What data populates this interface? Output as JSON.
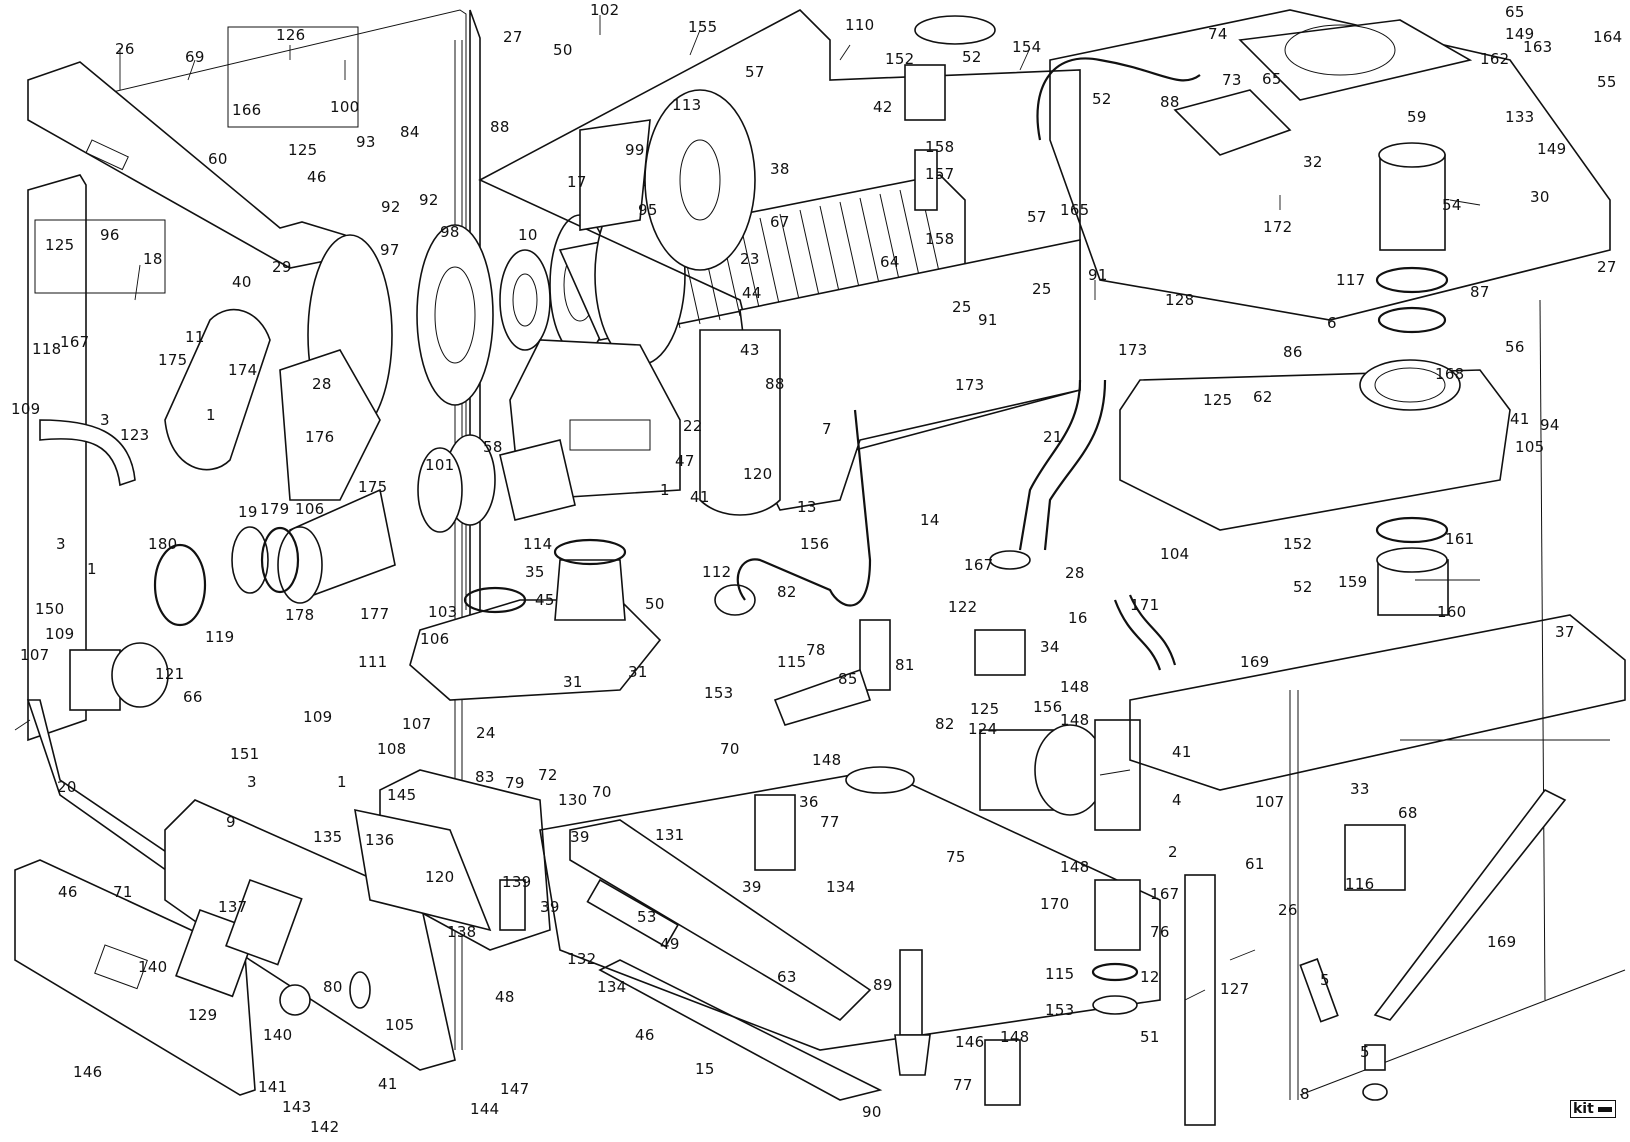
{
  "diagram": {
    "type": "exploded-parts-view",
    "subject": "wall-hung boiler spare parts",
    "kit_badge": "kit"
  },
  "callouts": [
    {
      "id": "c102",
      "text": "102"
    },
    {
      "id": "c27a",
      "text": "27"
    },
    {
      "id": "c155",
      "text": "155"
    },
    {
      "id": "c110",
      "text": "110"
    },
    {
      "id": "c26a",
      "text": "26"
    },
    {
      "id": "c69",
      "text": "69"
    },
    {
      "id": "c126",
      "text": "126"
    },
    {
      "id": "c166",
      "text": "166"
    },
    {
      "id": "c100",
      "text": "100"
    },
    {
      "id": "c50a",
      "text": "50"
    },
    {
      "id": "c57a",
      "text": "57"
    },
    {
      "id": "c113",
      "text": "113"
    },
    {
      "id": "c88a",
      "text": "88"
    },
    {
      "id": "c60",
      "text": "60"
    },
    {
      "id": "c125a",
      "text": "125"
    },
    {
      "id": "c93",
      "text": "93"
    },
    {
      "id": "c84",
      "text": "84"
    },
    {
      "id": "c46a",
      "text": "46"
    },
    {
      "id": "c92a",
      "text": "92"
    },
    {
      "id": "c92b",
      "text": "92"
    },
    {
      "id": "c99",
      "text": "99"
    },
    {
      "id": "c17",
      "text": "17"
    },
    {
      "id": "c95",
      "text": "95"
    },
    {
      "id": "c38",
      "text": "38"
    },
    {
      "id": "c67",
      "text": "67"
    },
    {
      "id": "c125b",
      "text": "125"
    },
    {
      "id": "c96",
      "text": "96"
    },
    {
      "id": "c18",
      "text": "18"
    },
    {
      "id": "c97",
      "text": "97"
    },
    {
      "id": "c98",
      "text": "98"
    },
    {
      "id": "c10",
      "text": "10"
    },
    {
      "id": "c23",
      "text": "23"
    },
    {
      "id": "c44",
      "text": "44"
    },
    {
      "id": "c64",
      "text": "64"
    },
    {
      "id": "c40",
      "text": "40"
    },
    {
      "id": "c29",
      "text": "29"
    },
    {
      "id": "c43",
      "text": "43"
    },
    {
      "id": "c88b",
      "text": "88"
    },
    {
      "id": "c11",
      "text": "11"
    },
    {
      "id": "c118",
      "text": "118"
    },
    {
      "id": "c167a",
      "text": "167"
    },
    {
      "id": "c175a",
      "text": "175"
    },
    {
      "id": "c109a",
      "text": "109"
    },
    {
      "id": "c3a",
      "text": "3"
    },
    {
      "id": "c174",
      "text": "174"
    },
    {
      "id": "c28a",
      "text": "28"
    },
    {
      "id": "c1a",
      "text": "1"
    },
    {
      "id": "c176",
      "text": "176"
    },
    {
      "id": "c123",
      "text": "123"
    },
    {
      "id": "c22",
      "text": "22"
    },
    {
      "id": "c47",
      "text": "47"
    },
    {
      "id": "c7",
      "text": "7"
    },
    {
      "id": "c120a",
      "text": "120"
    },
    {
      "id": "c19",
      "text": "19"
    },
    {
      "id": "c179",
      "text": "179"
    },
    {
      "id": "c106a",
      "text": "106"
    },
    {
      "id": "c175b",
      "text": "175"
    },
    {
      "id": "c101",
      "text": "101"
    },
    {
      "id": "c58",
      "text": "58"
    },
    {
      "id": "c1b",
      "text": "1"
    },
    {
      "id": "c41a",
      "text": "41"
    },
    {
      "id": "c13",
      "text": "13"
    },
    {
      "id": "c14",
      "text": "14"
    },
    {
      "id": "c3b",
      "text": "3"
    },
    {
      "id": "c180",
      "text": "180"
    },
    {
      "id": "c114",
      "text": "114"
    },
    {
      "id": "c156a",
      "text": "156"
    },
    {
      "id": "c1c",
      "text": "1"
    },
    {
      "id": "c150",
      "text": "150"
    },
    {
      "id": "c35",
      "text": "35"
    },
    {
      "id": "c112",
      "text": "112"
    },
    {
      "id": "c45",
      "text": "45"
    },
    {
      "id": "c50b",
      "text": "50"
    },
    {
      "id": "c82a",
      "text": "82"
    },
    {
      "id": "c103",
      "text": "103"
    },
    {
      "id": "c177",
      "text": "177"
    },
    {
      "id": "c119",
      "text": "119"
    },
    {
      "id": "c178",
      "text": "178"
    },
    {
      "id": "c109b",
      "text": "109"
    },
    {
      "id": "c106b",
      "text": "106"
    },
    {
      "id": "c107a",
      "text": "107"
    },
    {
      "id": "c111",
      "text": "111"
    },
    {
      "id": "c121",
      "text": "121"
    },
    {
      "id": "c66",
      "text": "66"
    },
    {
      "id": "c78",
      "text": "78"
    },
    {
      "id": "c115a",
      "text": "115"
    },
    {
      "id": "c31a",
      "text": "31"
    },
    {
      "id": "c31b",
      "text": "31"
    },
    {
      "id": "c153a",
      "text": "153"
    },
    {
      "id": "c85",
      "text": "85"
    },
    {
      "id": "c81",
      "text": "81"
    },
    {
      "id": "c82b",
      "text": "82"
    },
    {
      "id": "c107b",
      "text": "107"
    },
    {
      "id": "c109c",
      "text": "109"
    },
    {
      "id": "c24",
      "text": "24"
    },
    {
      "id": "c70a",
      "text": "70"
    },
    {
      "id": "c70b",
      "text": "70"
    },
    {
      "id": "c108",
      "text": "108"
    },
    {
      "id": "c151",
      "text": "151"
    },
    {
      "id": "c3c",
      "text": "3"
    },
    {
      "id": "c1d",
      "text": "1"
    },
    {
      "id": "c20",
      "text": "20"
    },
    {
      "id": "c83",
      "text": "83"
    },
    {
      "id": "c79",
      "text": "79"
    },
    {
      "id": "c72",
      "text": "72"
    },
    {
      "id": "c148a",
      "text": "148"
    },
    {
      "id": "c36",
      "text": "36"
    },
    {
      "id": "c77a",
      "text": "77"
    },
    {
      "id": "c145",
      "text": "145"
    },
    {
      "id": "c130",
      "text": "130"
    },
    {
      "id": "c9",
      "text": "9"
    },
    {
      "id": "c135",
      "text": "135"
    },
    {
      "id": "c136",
      "text": "136"
    },
    {
      "id": "c39a",
      "text": "39"
    },
    {
      "id": "c131",
      "text": "131"
    },
    {
      "id": "c120b",
      "text": "120"
    },
    {
      "id": "c75",
      "text": "75"
    },
    {
      "id": "c139",
      "text": "139"
    },
    {
      "id": "c46b",
      "text": "46"
    },
    {
      "id": "c71",
      "text": "71"
    },
    {
      "id": "c137",
      "text": "137"
    },
    {
      "id": "c39b",
      "text": "39"
    },
    {
      "id": "c134a",
      "text": "134"
    },
    {
      "id": "c39c",
      "text": "39"
    },
    {
      "id": "c53",
      "text": "53"
    },
    {
      "id": "c49",
      "text": "49"
    },
    {
      "id": "c138",
      "text": "138"
    },
    {
      "id": "c132",
      "text": "132"
    },
    {
      "id": "c140a",
      "text": "140"
    },
    {
      "id": "c80",
      "text": "80"
    },
    {
      "id": "c48",
      "text": "48"
    },
    {
      "id": "c63",
      "text": "63"
    },
    {
      "id": "c89",
      "text": "89"
    },
    {
      "id": "c134b",
      "text": "134"
    },
    {
      "id": "c129",
      "text": "129"
    },
    {
      "id": "c140b",
      "text": "140"
    },
    {
      "id": "c105a",
      "text": "105"
    },
    {
      "id": "c46c",
      "text": "46"
    },
    {
      "id": "c146a",
      "text": "146"
    },
    {
      "id": "c15",
      "text": "15"
    },
    {
      "id": "c146b",
      "text": "146"
    },
    {
      "id": "c77b",
      "text": "77"
    },
    {
      "id": "c141",
      "text": "141"
    },
    {
      "id": "c41b",
      "text": "41"
    },
    {
      "id": "c143",
      "text": "143"
    },
    {
      "id": "c144",
      "text": "144"
    },
    {
      "id": "c147",
      "text": "147"
    },
    {
      "id": "c142",
      "text": "142"
    },
    {
      "id": "c90",
      "text": "90"
    },
    {
      "id": "c152a",
      "text": "152"
    },
    {
      "id": "c52a",
      "text": "52"
    },
    {
      "id": "c154",
      "text": "154"
    },
    {
      "id": "c42",
      "text": "42"
    },
    {
      "id": "c158a",
      "text": "158"
    },
    {
      "id": "c157",
      "text": "157"
    },
    {
      "id": "c158b",
      "text": "158"
    },
    {
      "id": "c57b",
      "text": "57"
    },
    {
      "id": "c165",
      "text": "165"
    },
    {
      "id": "c25a",
      "text": "25"
    },
    {
      "id": "c91a",
      "text": "91"
    },
    {
      "id": "c25b",
      "text": "25"
    },
    {
      "id": "c91b",
      "text": "91"
    },
    {
      "id": "c173a",
      "text": "173"
    },
    {
      "id": "c173b",
      "text": "173"
    },
    {
      "id": "c21",
      "text": "21"
    },
    {
      "id": "c74",
      "text": "74"
    },
    {
      "id": "c65a",
      "text": "65"
    },
    {
      "id": "c149a",
      "text": "149"
    },
    {
      "id": "c164",
      "text": "164"
    },
    {
      "id": "c163",
      "text": "163"
    },
    {
      "id": "c162",
      "text": "162"
    },
    {
      "id": "c55",
      "text": "55"
    },
    {
      "id": "c52b",
      "text": "52"
    },
    {
      "id": "c88c",
      "text": "88"
    },
    {
      "id": "c73",
      "text": "73"
    },
    {
      "id": "c65b",
      "text": "65"
    },
    {
      "id": "c59",
      "text": "59"
    },
    {
      "id": "c133",
      "text": "133"
    },
    {
      "id": "c149b",
      "text": "149"
    },
    {
      "id": "c32",
      "text": "32"
    },
    {
      "id": "c54",
      "text": "54"
    },
    {
      "id": "c30",
      "text": "30"
    },
    {
      "id": "c172",
      "text": "172"
    },
    {
      "id": "c117",
      "text": "117"
    },
    {
      "id": "c27b",
      "text": "27"
    },
    {
      "id": "c87",
      "text": "87"
    },
    {
      "id": "c128",
      "text": "128"
    },
    {
      "id": "c6",
      "text": "6"
    },
    {
      "id": "c56",
      "text": "56"
    },
    {
      "id": "c86",
      "text": "86"
    },
    {
      "id": "c168",
      "text": "168"
    },
    {
      "id": "c125c",
      "text": "125"
    },
    {
      "id": "c62",
      "text": "62"
    },
    {
      "id": "c94",
      "text": "94"
    },
    {
      "id": "c41c",
      "text": "41"
    },
    {
      "id": "c105b",
      "text": "105"
    },
    {
      "id": "c152b",
      "text": "152"
    },
    {
      "id": "c161",
      "text": "161"
    },
    {
      "id": "c104",
      "text": "104"
    },
    {
      "id": "c167b",
      "text": "167"
    },
    {
      "id": "c28b",
      "text": "28"
    },
    {
      "id": "c52c",
      "text": "52"
    },
    {
      "id": "c159",
      "text": "159"
    },
    {
      "id": "c171",
      "text": "171"
    },
    {
      "id": "c160",
      "text": "160"
    },
    {
      "id": "c16",
      "text": "16"
    },
    {
      "id": "c169a",
      "text": "169"
    },
    {
      "id": "c37",
      "text": "37"
    },
    {
      "id": "c122",
      "text": "122"
    },
    {
      "id": "c34",
      "text": "34"
    },
    {
      "id": "c148b",
      "text": "148"
    },
    {
      "id": "c125d",
      "text": "125"
    },
    {
      "id": "c156b",
      "text": "156"
    },
    {
      "id": "c124",
      "text": "124"
    },
    {
      "id": "c148c",
      "text": "148"
    },
    {
      "id": "c41d",
      "text": "41"
    },
    {
      "id": "c4",
      "text": "4"
    },
    {
      "id": "c107c",
      "text": "107"
    },
    {
      "id": "c33",
      "text": "33"
    },
    {
      "id": "c68",
      "text": "68"
    },
    {
      "id": "c2",
      "text": "2"
    },
    {
      "id": "c61",
      "text": "61"
    },
    {
      "id": "c148d",
      "text": "148"
    },
    {
      "id": "c167c",
      "text": "167"
    },
    {
      "id": "c170",
      "text": "170"
    },
    {
      "id": "c116",
      "text": "116"
    },
    {
      "id": "c76",
      "text": "76"
    },
    {
      "id": "c26b",
      "text": "26"
    },
    {
      "id": "c169b",
      "text": "169"
    },
    {
      "id": "c115b",
      "text": "115"
    },
    {
      "id": "c12",
      "text": "12"
    },
    {
      "id": "c5a",
      "text": "5"
    },
    {
      "id": "c127",
      "text": "127"
    },
    {
      "id": "c153b",
      "text": "153"
    },
    {
      "id": "c148e",
      "text": "148"
    },
    {
      "id": "c51",
      "text": "51"
    },
    {
      "id": "c5b",
      "text": "5"
    },
    {
      "id": "c8",
      "text": "8"
    }
  ]
}
